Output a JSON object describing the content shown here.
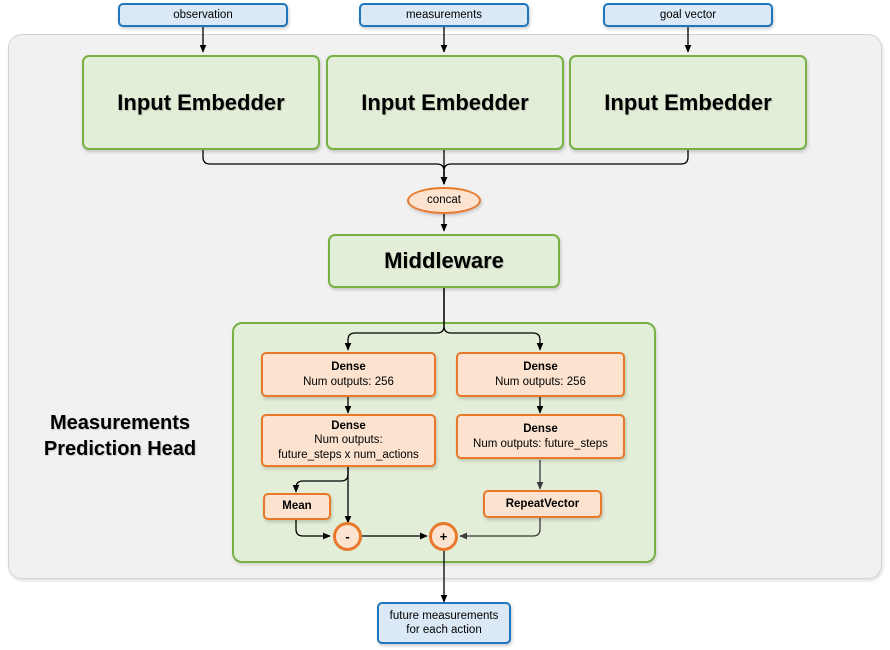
{
  "diagram": {
    "title_label": "Measurements\nPrediction Head",
    "title_line1": "Measurements",
    "title_line2": "Prediction Head",
    "colors": {
      "panel_bg": "#f1f1f1",
      "green_fill": "#e2eed7",
      "green_stroke": "#77b143",
      "orange_fill": "#fce3d0",
      "orange_stroke": "#e8792b",
      "blue_fill": "#dbe8f5",
      "blue_stroke": "#1f76bc",
      "wire": "#000000"
    }
  },
  "inputs": [
    {
      "label": "observation"
    },
    {
      "label": "measurements"
    },
    {
      "label": "goal vector"
    }
  ],
  "embedders": [
    {
      "label": "Input Embedder"
    },
    {
      "label": "Input Embedder"
    },
    {
      "label": "Input Embedder"
    }
  ],
  "concat": {
    "label": "concat"
  },
  "middleware": {
    "label": "Middleware"
  },
  "head": {
    "left_column": [
      {
        "title": "Dense",
        "detail_1": "Num outputs: 256",
        "detail_2": ""
      },
      {
        "title": "Dense",
        "detail_1": "Num outputs:",
        "detail_2": "future_steps x num_actions"
      }
    ],
    "right_column": [
      {
        "title": "Dense",
        "detail_1": "Num outputs: 256",
        "detail_2": ""
      },
      {
        "title": "Dense",
        "detail_1": "Num outputs: future_steps",
        "detail_2": ""
      }
    ],
    "mean": {
      "label": "Mean"
    },
    "repeat_vector": {
      "label": "RepeatVector"
    },
    "subtract_op": {
      "label": "-"
    },
    "add_op": {
      "label": "+"
    }
  },
  "output": {
    "line1": "future measurements",
    "line2": "for each action"
  }
}
